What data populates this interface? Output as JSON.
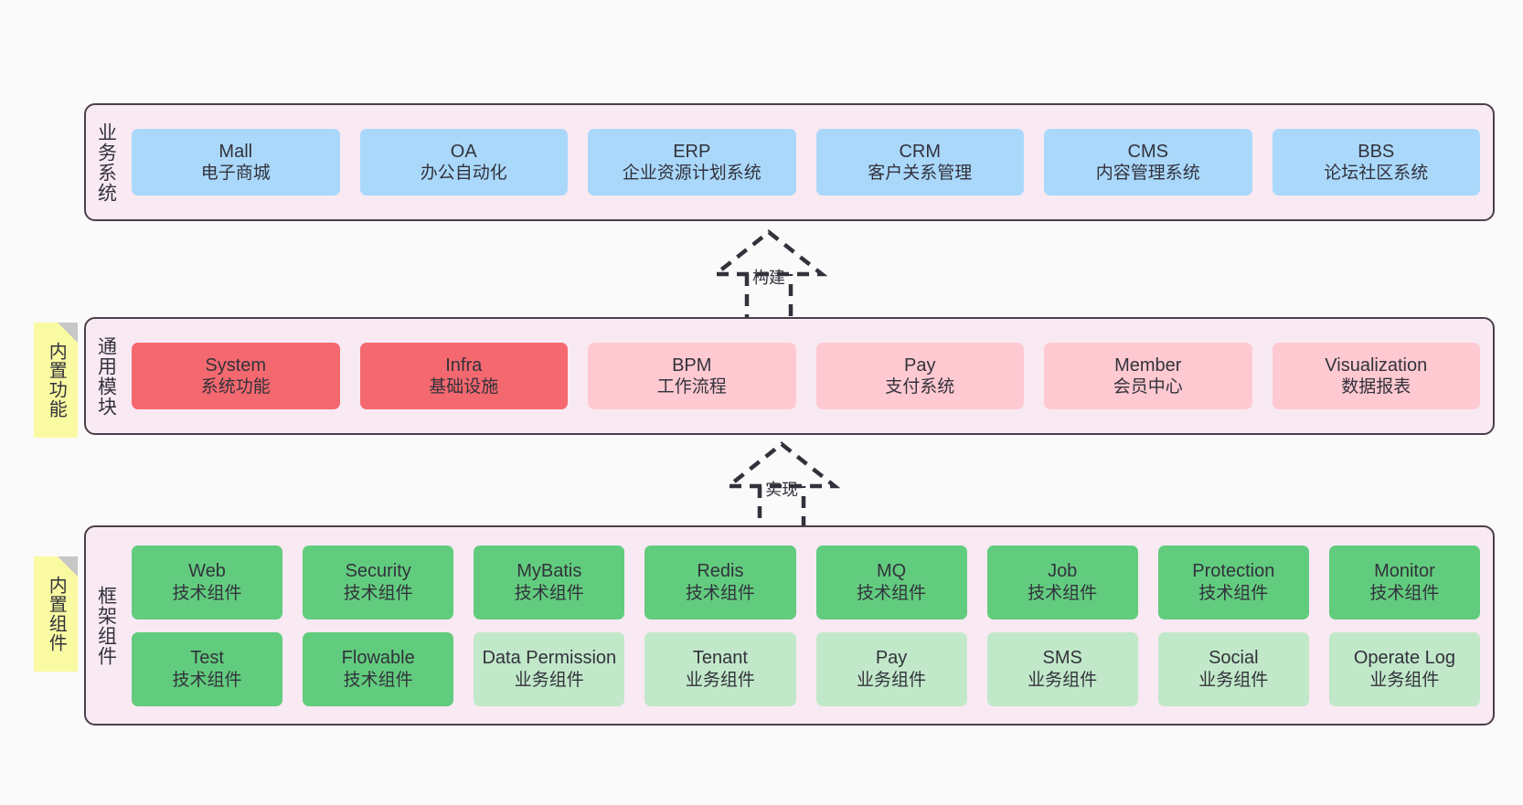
{
  "diagram": {
    "background_color": "#fafafa",
    "layer_bg_color": "#f9e9f3",
    "layer_border_color": "#4a3f49",
    "sticky_color": "#fafaa2"
  },
  "layers": [
    {
      "id": "business",
      "title": "业务系统",
      "card_color": "#aad8fb",
      "rows": [
        [
          {
            "name": "Mall",
            "sub": "电子商城"
          },
          {
            "name": "OA",
            "sub": "办公自动化"
          },
          {
            "name": "ERP",
            "sub": "企业资源计划系统"
          },
          {
            "name": "CRM",
            "sub": "客户关系管理"
          },
          {
            "name": "CMS",
            "sub": "内容管理系统"
          },
          {
            "name": "BBS",
            "sub": "论坛社区系统"
          }
        ]
      ]
    },
    {
      "id": "modules",
      "title": "通用模块",
      "card_colors": {
        "primary": "#f4696f",
        "secondary": "#ffc9d1"
      },
      "rows": [
        [
          {
            "name": "System",
            "sub": "系统功能"
          },
          {
            "name": "Infra",
            "sub": "基础设施"
          },
          {
            "name": "BPM",
            "sub": "工作流程"
          },
          {
            "name": "Pay",
            "sub": "支付系统"
          },
          {
            "name": "Member",
            "sub": "会员中心"
          },
          {
            "name": "Visualization",
            "sub": "数据报表"
          }
        ]
      ]
    },
    {
      "id": "framework",
      "title": "框架组件",
      "card_colors": {
        "tech": "#62cc7e",
        "business": "#c1e8c9"
      },
      "rows": [
        [
          {
            "name": "Web",
            "sub": "技术组件"
          },
          {
            "name": "Security",
            "sub": "技术组件"
          },
          {
            "name": "MyBatis",
            "sub": "技术组件"
          },
          {
            "name": "Redis",
            "sub": "技术组件"
          },
          {
            "name": "MQ",
            "sub": "技术组件"
          },
          {
            "name": "Job",
            "sub": "技术组件"
          },
          {
            "name": "Protection",
            "sub": "技术组件"
          },
          {
            "name": "Monitor",
            "sub": "技术组件"
          }
        ],
        [
          {
            "name": "Test",
            "sub": "技术组件"
          },
          {
            "name": "Flowable",
            "sub": "技术组件"
          },
          {
            "name": "Data Permission",
            "sub": "业务组件"
          },
          {
            "name": "Tenant",
            "sub": "业务组件"
          },
          {
            "name": "Pay",
            "sub": "业务组件"
          },
          {
            "name": "SMS",
            "sub": "业务组件"
          },
          {
            "name": "Social",
            "sub": "业务组件"
          },
          {
            "name": "Operate Log",
            "sub": "业务组件"
          }
        ]
      ]
    }
  ],
  "sticky_notes": [
    {
      "id": "features",
      "label": "内置功能"
    },
    {
      "id": "components",
      "label": "内置组件"
    }
  ],
  "connectors": [
    {
      "id": "build",
      "label": "构建",
      "style": "dashed-hollow-triangle-arrow",
      "direction": "up"
    },
    {
      "id": "implement",
      "label": "实现",
      "style": "dashed-hollow-triangle-arrow",
      "direction": "up"
    }
  ]
}
